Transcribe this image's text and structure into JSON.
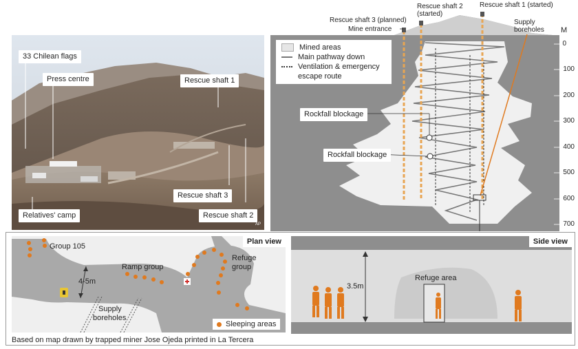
{
  "photo": {
    "labels": {
      "flags": "33 Chilean flags",
      "press": "Press centre",
      "shaft1": "Rescue shaft 1",
      "shaft3": "Rescue shaft 3",
      "camp": "Relatives' camp",
      "shaft2": "Rescue shaft 2"
    },
    "credit": "AP"
  },
  "cross_section": {
    "shaft3": "Rescue shaft 3 (planned)",
    "entrance": "Mine entrance",
    "shaft2_line1": "Rescue shaft 2",
    "shaft2_line2": "(started)",
    "shaft1": "Rescue shaft 1 (started)",
    "supply_line1": "Supply",
    "supply_line2": "boreholes",
    "depth_unit": "M",
    "depths": [
      "0",
      "100",
      "200",
      "300",
      "400",
      "500",
      "600",
      "700"
    ],
    "legend": {
      "mined": "Mined areas",
      "pathway": "Main pathway down",
      "vent_line1": "Ventilation & emergency",
      "vent_line2": "escape route"
    },
    "rockfall1": "Rockfall blockage",
    "rockfall2": "Rockfall blockage"
  },
  "plan_view": {
    "title": "Plan view",
    "group105": "Group 105",
    "ramp": "Ramp group",
    "refuge_line1": "Refuge",
    "refuge_line2": "group",
    "width": "4-5m",
    "supply_line1": "Supply",
    "supply_line2": "boreholes",
    "legend_sleeping": "Sleeping areas"
  },
  "side_view": {
    "title": "Side view",
    "height": "3.5m",
    "refuge_area": "Refuge area"
  },
  "footer": "Based on map drawn by trapped miner Jose Ojeda printed in La Tercera",
  "colors": {
    "orange": "#e07a1f",
    "cave_grey": "#a9a9a9",
    "mined": "#f0f0f0",
    "rock": "#8f8f8f"
  }
}
